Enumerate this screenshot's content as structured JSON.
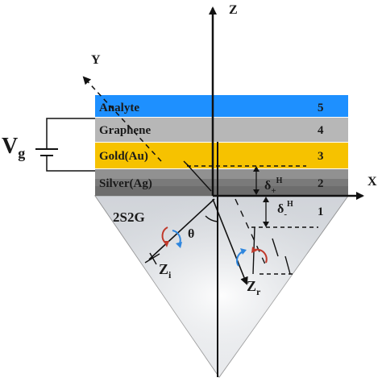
{
  "axes": {
    "z": "Z",
    "y": "Y",
    "x": "X"
  },
  "layers": [
    {
      "name": "Analyte",
      "number": "5",
      "color": "#1e90ff"
    },
    {
      "name": "Graphene",
      "number": "4",
      "color": "#b4b4b4"
    },
    {
      "name": "Gold(Au)",
      "number": "3",
      "color": "#f6c200"
    },
    {
      "name": "Silver(Ag)",
      "number": "2",
      "color": "#7a7a7a"
    },
    {
      "name": "",
      "number": "1",
      "color": "#d8dbe0"
    }
  ],
  "prism_label": "2S2G",
  "angle_label": "θ",
  "voltage": {
    "main": "V",
    "sub": "g"
  },
  "beams": {
    "incident": {
      "main": "Z",
      "sub": "i"
    },
    "reflected": {
      "main": "Z",
      "sub": "r"
    }
  },
  "shifts": {
    "plus": {
      "main": "δ",
      "sub": "+",
      "sup": "H"
    },
    "minus": {
      "main": "δ",
      "sub": "-",
      "sup": "H"
    }
  },
  "colors": {
    "spin_red": "#c0392b",
    "spin_blue": "#2e86de"
  }
}
